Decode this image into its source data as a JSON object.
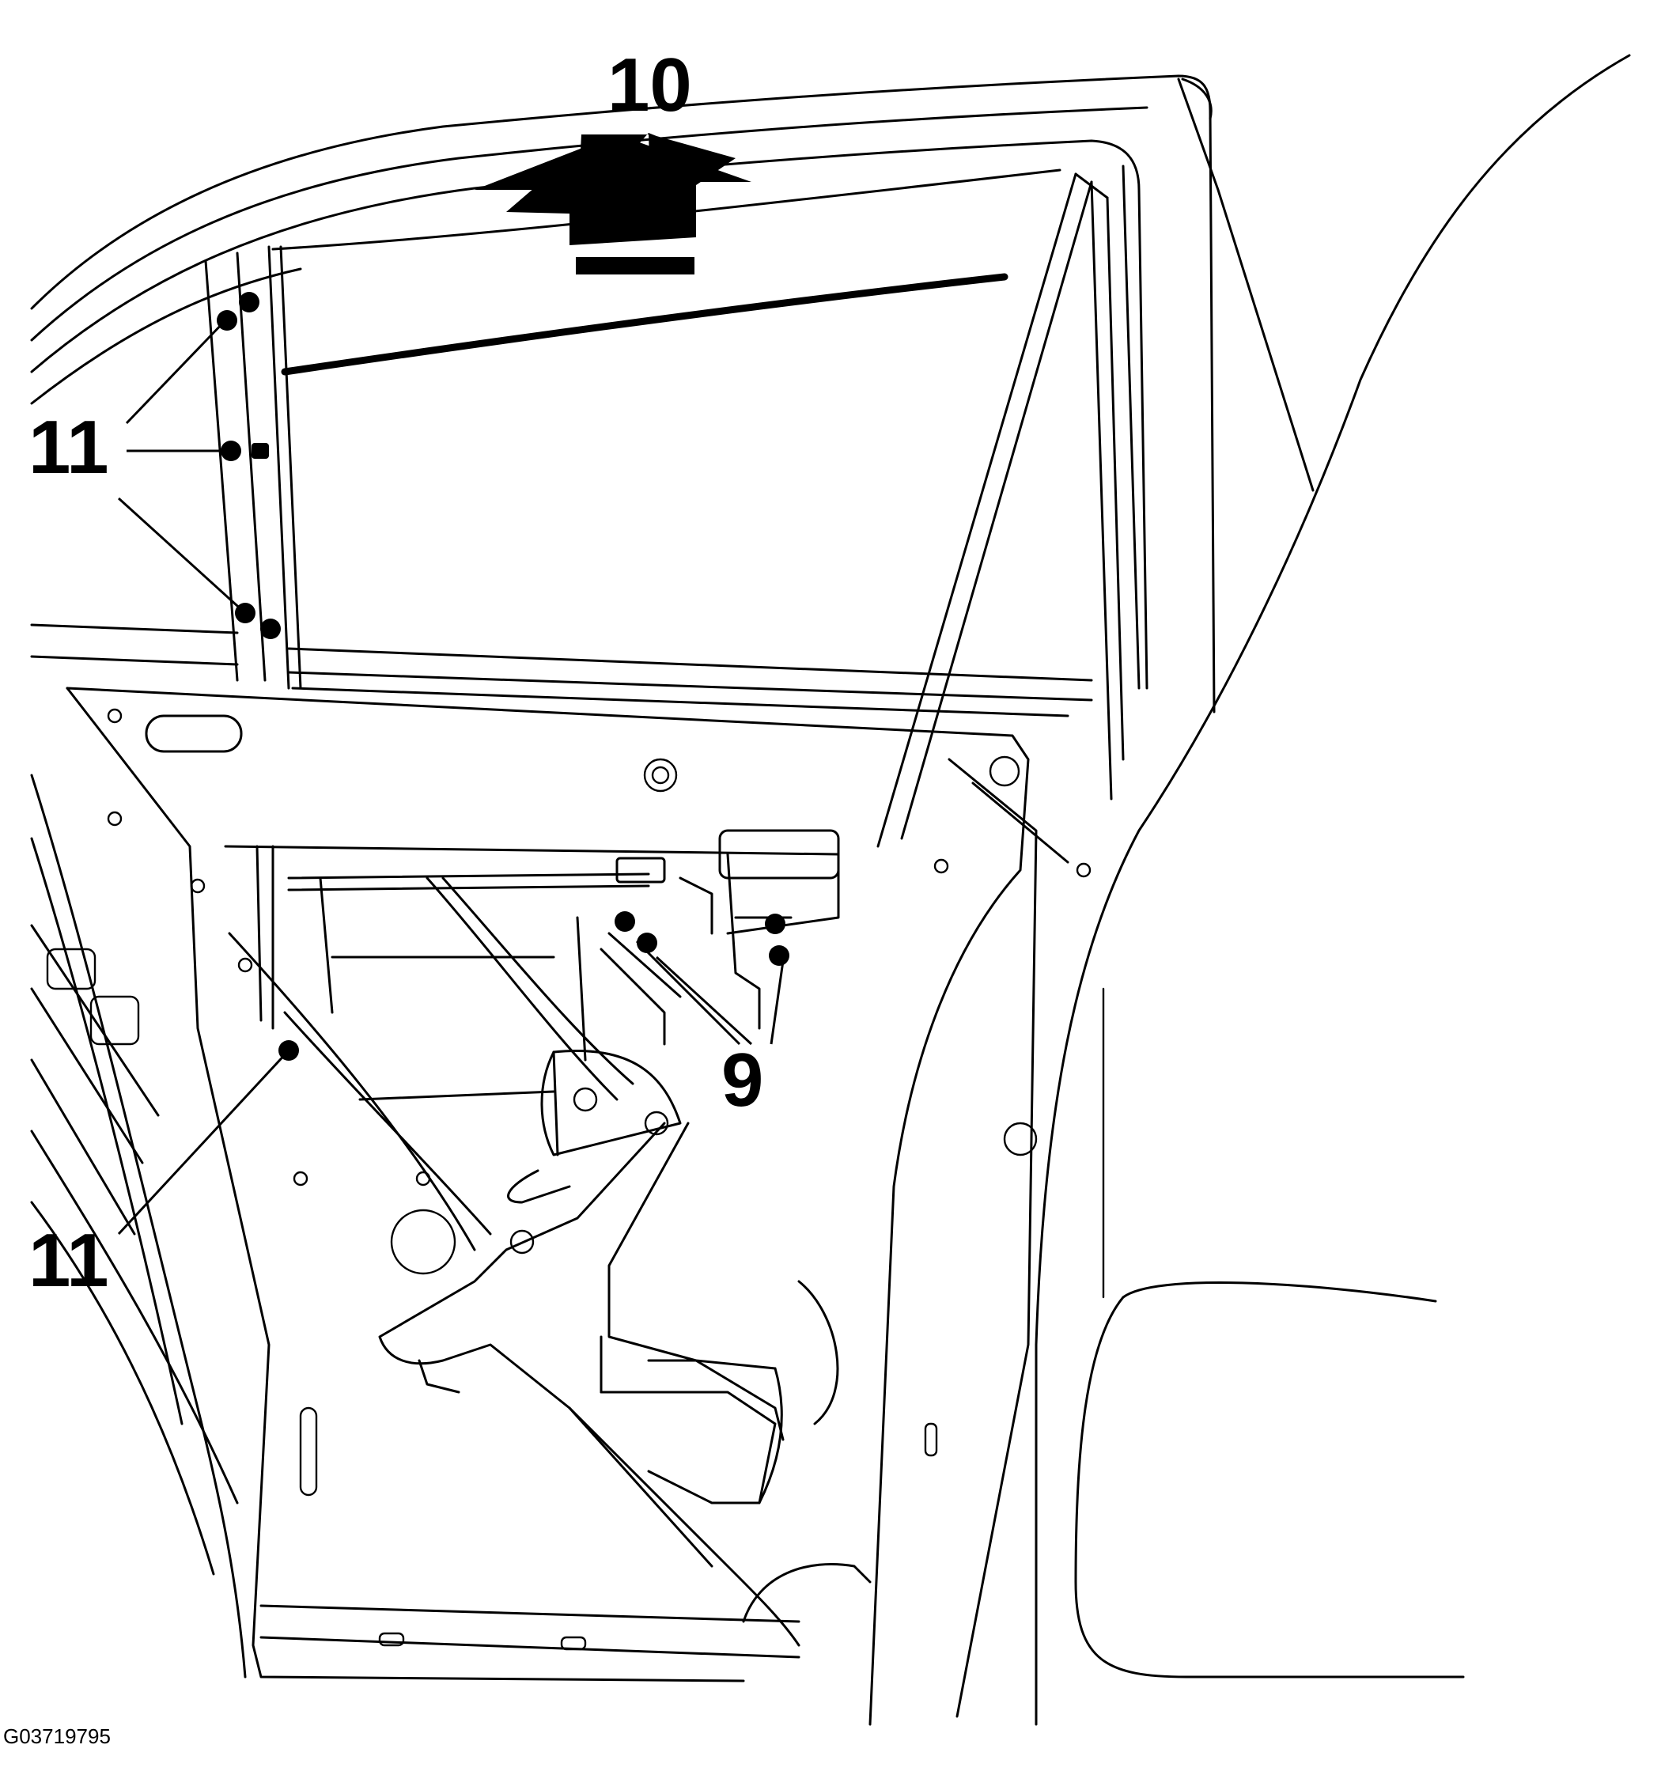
{
  "callouts": {
    "removal_direction": "10",
    "upper_fasteners": "11",
    "mechanism_fasteners": "9",
    "lower_fastener": "11"
  },
  "figure_id": "G03719795"
}
